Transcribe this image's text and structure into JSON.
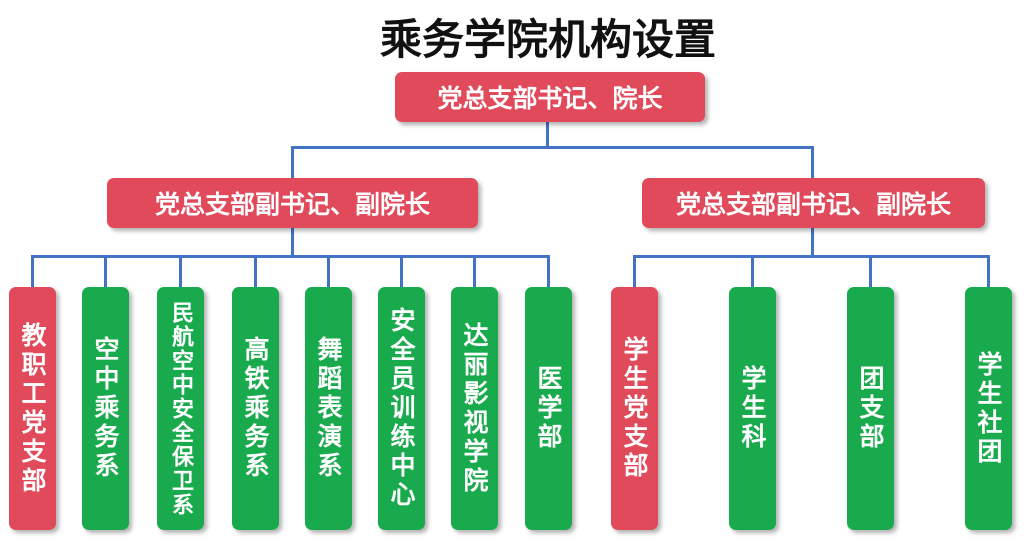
{
  "title": "乘务学院机构设置",
  "root": "党总支部书记、院长",
  "branches": [
    {
      "label": "党总支部副书记、副院长",
      "children": [
        {
          "label": "教职工党支部",
          "color": "red"
        },
        {
          "label": "空中乘务系",
          "color": "green"
        },
        {
          "label": "民航空中安全保卫系",
          "color": "green"
        },
        {
          "label": "高铁乘务系",
          "color": "green"
        },
        {
          "label": "舞蹈表演系",
          "color": "green"
        },
        {
          "label": "安全员训练中心",
          "color": "green"
        },
        {
          "label": "达丽影视学院",
          "color": "green"
        },
        {
          "label": "医学部",
          "color": "green"
        }
      ]
    },
    {
      "label": "党总支部副书记、副院长",
      "children": [
        {
          "label": "学生党支部",
          "color": "red"
        },
        {
          "label": "学生科",
          "color": "green"
        },
        {
          "label": "团支部",
          "color": "green"
        },
        {
          "label": "学生社团",
          "color": "green"
        }
      ]
    }
  ],
  "colors": {
    "red": "#E04A5A",
    "green": "#1AAA4E",
    "line": "#4472C4"
  }
}
